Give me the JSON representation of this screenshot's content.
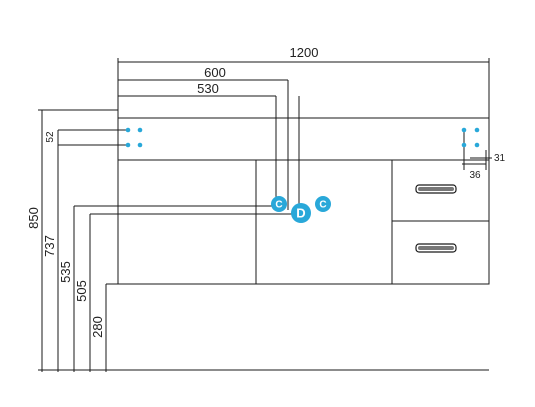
{
  "dimensions": {
    "width_total": "1200",
    "width_600": "600",
    "width_530": "530",
    "height_850": "850",
    "height_737": "737",
    "height_535": "535",
    "height_505": "505",
    "height_280": "280",
    "height_52": "52",
    "offset_31": "31",
    "offset_36": "36"
  },
  "markers": {
    "cold_left": "C",
    "drain": "D",
    "cold_right": "C"
  },
  "colors": {
    "line": "#1a1a1a",
    "marker": "#29a8d9",
    "mount_dot": "#29a8d9"
  }
}
